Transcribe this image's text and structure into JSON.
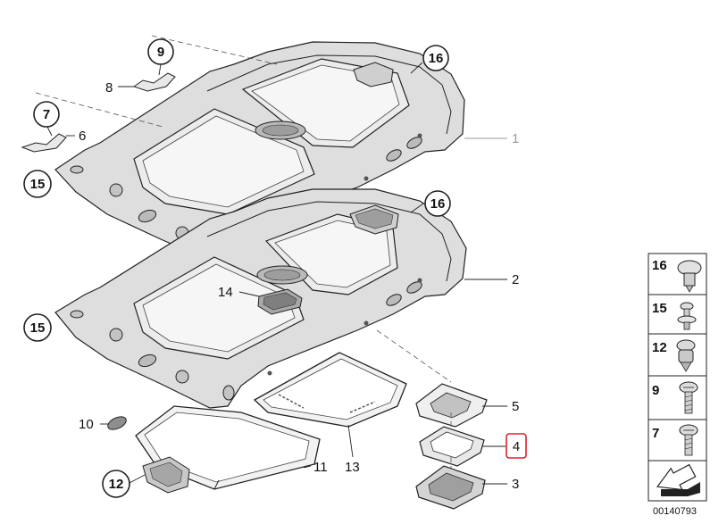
{
  "callouts": {
    "c1": "1",
    "c2": "2",
    "c3": "3",
    "c4": "4",
    "c5": "5",
    "c6": "6",
    "c7": "7",
    "c8": "8",
    "c9": "9",
    "c10": "10",
    "c11": "11",
    "c12": "12",
    "c13": "13",
    "c14": "14",
    "c15a": "15",
    "c15b": "15",
    "c16a": "16",
    "c16b": "16"
  },
  "fastener_panel": {
    "items": [
      "16",
      "15",
      "12",
      "9",
      "7"
    ]
  },
  "reference_code": "00140793",
  "colors": {
    "line": "#222222",
    "part_fill": "#d9d9d9",
    "highlight": "#d9232d",
    "faded": "#9a9a9a"
  }
}
